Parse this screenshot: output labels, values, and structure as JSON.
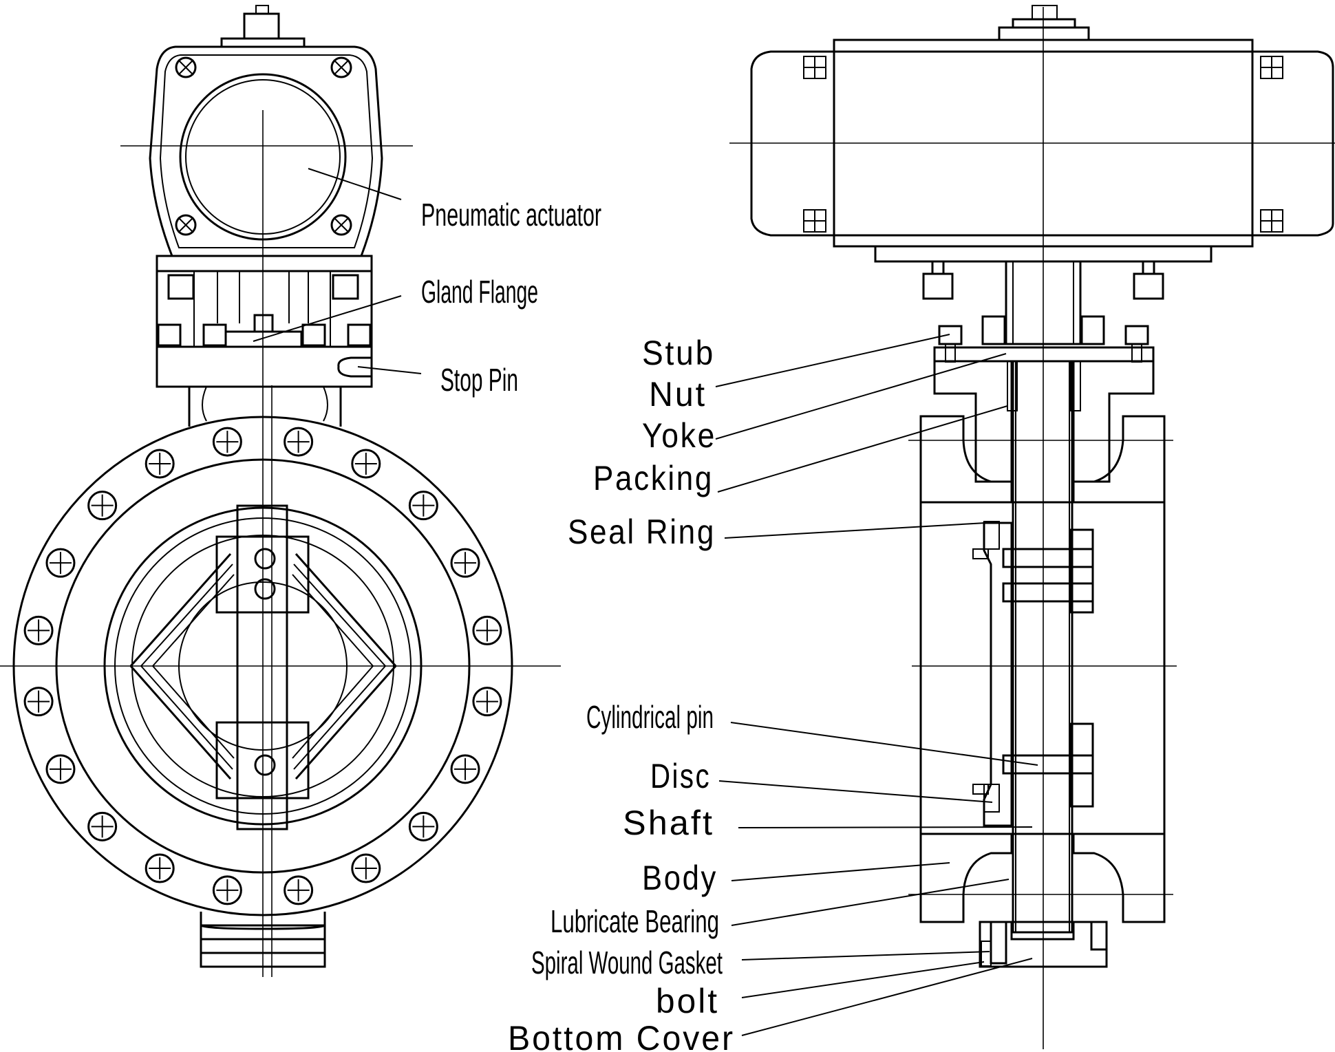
{
  "diagram": {
    "labels": {
      "pneumatic_actuator": "Pneumatic actuator",
      "gland_flange": "Gland Flange",
      "stop_pin": "Stop Pin",
      "stub": "Stub",
      "nut": "Nut",
      "yoke": "Yoke",
      "packing": "Packing",
      "seal_ring": "Seal Ring",
      "cylindrical_pin": "Cylindrical pin",
      "disc": "Disc",
      "shaft": "Shaft",
      "body": "Body",
      "lubricate_bearing": "Lubricate Bearing",
      "spiral_wound_gasket": "Spiral Wound Gasket",
      "bolt": "bolt",
      "bottom_cover": "Bottom Cover"
    }
  }
}
